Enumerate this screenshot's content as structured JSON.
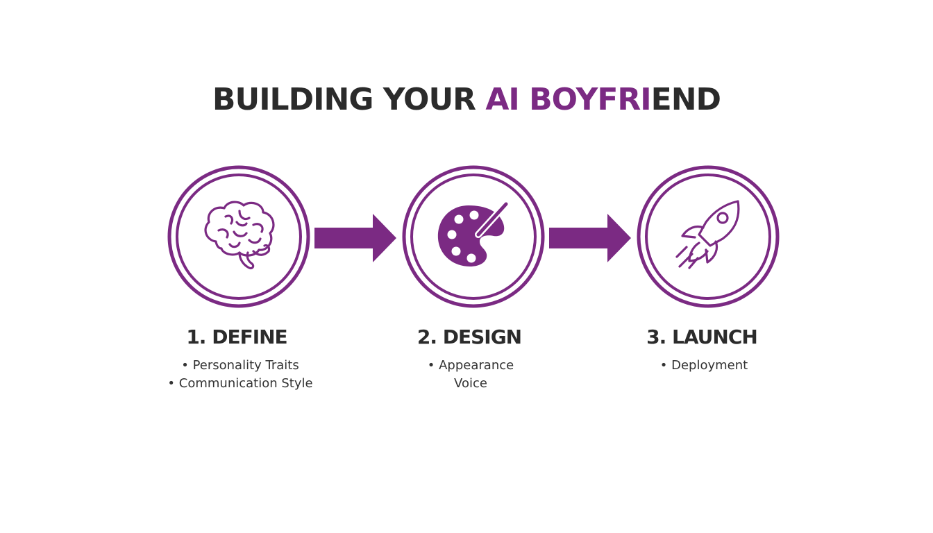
{
  "colors": {
    "accent": "#7b2a83",
    "text": "#2b2b2b"
  },
  "title": {
    "part1": "BUILDING YOUR ",
    "part2": "AI BOYFRI",
    "part3": "END"
  },
  "steps": [
    {
      "icon": "brain-icon",
      "title": "1. DEFINE",
      "items": [
        "• Personality Traits",
        "• Communication Style"
      ]
    },
    {
      "icon": "palette-icon",
      "title": "2. DESIGN",
      "items": [
        "• Appearance",
        "Voice"
      ]
    },
    {
      "icon": "rocket-icon",
      "title": "3. LAUNCH",
      "items": [
        "• Deployment"
      ]
    }
  ]
}
